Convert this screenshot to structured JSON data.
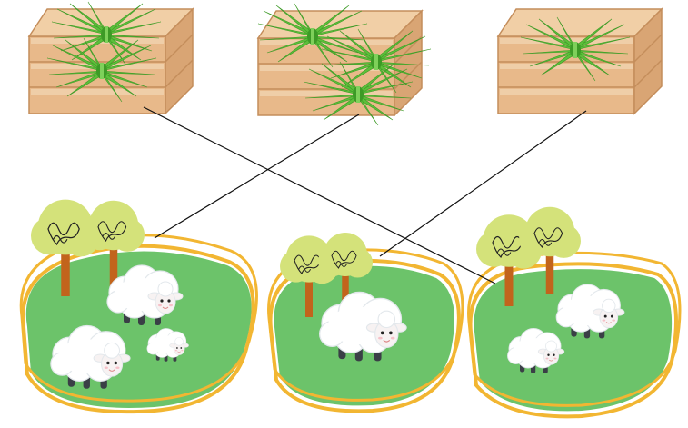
{
  "scene": {
    "background": "#ffffff",
    "line_color": "#111111"
  },
  "crates": [
    {
      "id": "crate-1",
      "content": "grass",
      "bundles": 2
    },
    {
      "id": "crate-2",
      "content": "grass",
      "bundles": 3
    },
    {
      "id": "crate-3",
      "content": "grass",
      "bundles": 1
    }
  ],
  "pens": [
    {
      "id": "pen-1",
      "sheep_count": 3
    },
    {
      "id": "pen-2",
      "sheep_count": 1
    },
    {
      "id": "pen-3",
      "sheep_count": 2
    }
  ],
  "connections": [
    {
      "from": "crate-1",
      "to": "pen-3"
    },
    {
      "from": "crate-2",
      "to": "pen-1"
    },
    {
      "from": "crate-3",
      "to": "pen-2"
    }
  ],
  "colors": {
    "wood": "#e8b98a",
    "wood_dark": "#c48d5b",
    "grass": "#5cbf3a",
    "grass_dark": "#3d9a26",
    "meadow": "#6cc36a",
    "fence": "#f2b632",
    "tree_crown": "#d4e27a",
    "trunk": "#c2641c",
    "wool": "#ffffff",
    "wool_shadow": "#e3e8ec",
    "sheep_face": "#f7f2f2",
    "sheep_leg": "#3a3f46"
  }
}
